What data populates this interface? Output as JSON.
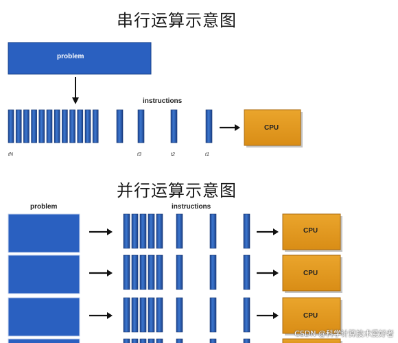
{
  "serial": {
    "title": "串行运算示意图",
    "problem_label": "problem",
    "instructions_label": "instructions",
    "cpu_label": "CPU",
    "ticks": [
      "tN",
      "t3",
      "t2",
      "t1"
    ]
  },
  "parallel": {
    "title": "并行运算示意图",
    "problem_label": "problem",
    "instructions_label": "instructions",
    "cpu_label": "CPU"
  },
  "watermark": "CSDN @科学计算技术爱好者",
  "colors": {
    "instruction_blue": "#2f62b4",
    "problem_blue": "#2a60c0",
    "cpu_orange": "#e19a22"
  },
  "icons": {
    "arrow": "right-arrow-icon",
    "down_arrow": "down-arrow-icon"
  }
}
